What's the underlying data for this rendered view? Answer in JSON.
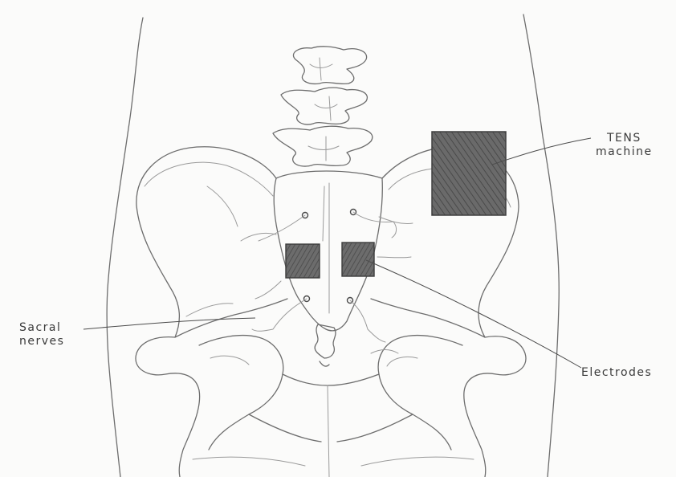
{
  "labels": {
    "tens_line1": "TENS",
    "tens_line2": "machine",
    "sacral_line1": "Sacral",
    "sacral_line2": "nerves",
    "electrodes": "Electrodes"
  },
  "colors": {
    "paper": "#fbfbfa",
    "pencil": "#6d6d6d",
    "shading": "#5a5a5a"
  }
}
